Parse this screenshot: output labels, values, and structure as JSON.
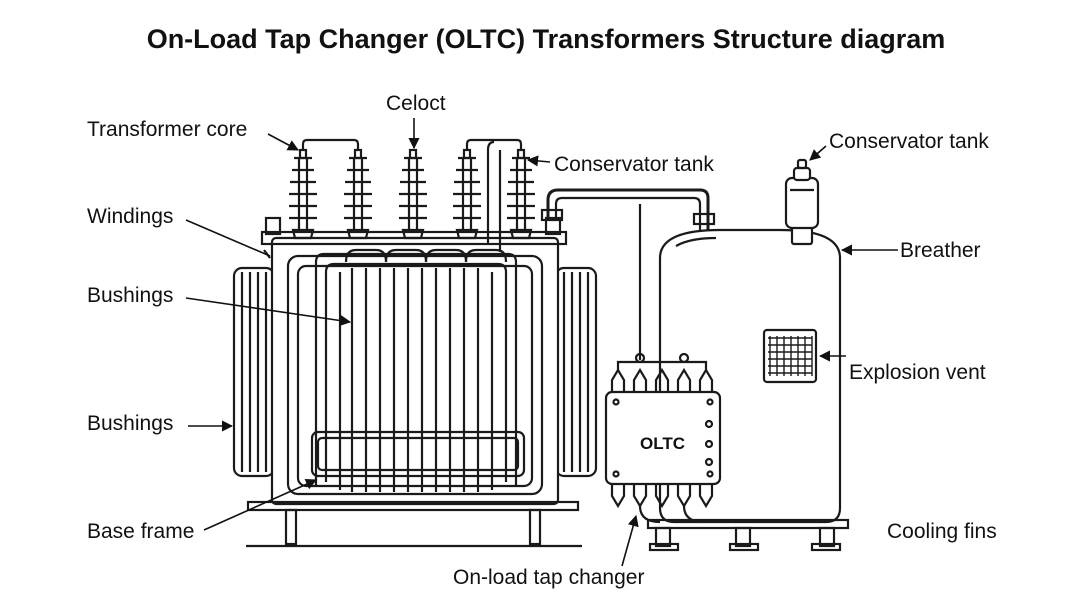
{
  "title": "On-Load Tap Changer (OLTC) Transformers Structure diagram",
  "labels": {
    "transformer_core": "Transformer core",
    "celoct": "Celoct",
    "conservator_tank_mid": "Conservator tank",
    "conservator_tank_top": "Conservator tank",
    "windings": "Windings",
    "breather": "Breather",
    "bushings_upper": "Bushings",
    "explosion_vent": "Explosion vent",
    "bushings_lower": "Bushings",
    "oltc": "OLTC",
    "base_frame": "Base frame",
    "cooling_fins": "Cooling fins",
    "on_load_tap_changer": "On-load tap changer"
  },
  "colors": {
    "line": "#1a1a1a",
    "background": "#ffffff"
  }
}
